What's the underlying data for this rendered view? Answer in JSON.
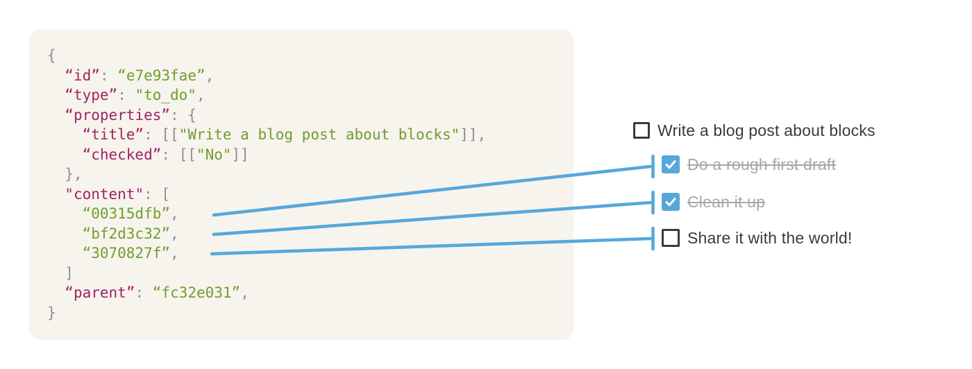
{
  "colors": {
    "code_bg": "#f7f3ed",
    "key": "#9d2463",
    "string": "#6f9e2e",
    "punct": "#8f8e8b",
    "accent_blue": "#55a8da",
    "todo_text": "#3b3a38",
    "todo_done_text": "#a8a7a4"
  },
  "code_block": {
    "language": "json",
    "lines": [
      [
        {
          "c": "p",
          "t": "{"
        }
      ],
      [
        {
          "c": "p",
          "t": "  "
        },
        {
          "c": "k",
          "t": "“id”"
        },
        {
          "c": "p",
          "t": ": "
        },
        {
          "c": "s",
          "t": "“e7e93fae”"
        },
        {
          "c": "p",
          "t": ","
        }
      ],
      [
        {
          "c": "p",
          "t": "  "
        },
        {
          "c": "k",
          "t": "“type”"
        },
        {
          "c": "p",
          "t": ": "
        },
        {
          "c": "s",
          "t": "\"to_do\""
        },
        {
          "c": "p",
          "t": ","
        }
      ],
      [
        {
          "c": "p",
          "t": "  "
        },
        {
          "c": "k",
          "t": "“properties”"
        },
        {
          "c": "p",
          "t": ": {"
        }
      ],
      [
        {
          "c": "p",
          "t": "    "
        },
        {
          "c": "k",
          "t": "“title”"
        },
        {
          "c": "p",
          "t": ": [["
        },
        {
          "c": "s",
          "t": "\"Write a blog post about blocks\""
        },
        {
          "c": "p",
          "t": "]],"
        }
      ],
      [
        {
          "c": "p",
          "t": "    "
        },
        {
          "c": "k",
          "t": "“checked”"
        },
        {
          "c": "p",
          "t": ": [["
        },
        {
          "c": "s",
          "t": "\"No\""
        },
        {
          "c": "p",
          "t": "]]"
        }
      ],
      [
        {
          "c": "p",
          "t": "  },"
        }
      ],
      [
        {
          "c": "p",
          "t": "  "
        },
        {
          "c": "k",
          "t": "\"content\""
        },
        {
          "c": "p",
          "t": ": ["
        }
      ],
      [
        {
          "c": "p",
          "t": "    "
        },
        {
          "c": "s",
          "t": "“00315dfb”"
        },
        {
          "c": "p",
          "t": ","
        }
      ],
      [
        {
          "c": "p",
          "t": "    "
        },
        {
          "c": "s",
          "t": "“bf2d3c32”"
        },
        {
          "c": "p",
          "t": ","
        }
      ],
      [
        {
          "c": "p",
          "t": "    "
        },
        {
          "c": "s",
          "t": "“3070827f”"
        },
        {
          "c": "p",
          "t": ","
        }
      ],
      [
        {
          "c": "p",
          "t": "  ]"
        }
      ],
      [
        {
          "c": "p",
          "t": "  "
        },
        {
          "c": "k",
          "t": "“parent”"
        },
        {
          "c": "p",
          "t": ": "
        },
        {
          "c": "s",
          "t": "“fc32e031”"
        },
        {
          "c": "p",
          "t": ","
        }
      ],
      [
        {
          "c": "p",
          "t": "}"
        }
      ]
    ]
  },
  "todo_list": {
    "items": [
      {
        "label": "Write a blog post about blocks",
        "checked": false,
        "struck": false,
        "indented": false
      },
      {
        "label": "Do a rough first draft",
        "checked": true,
        "struck": true,
        "indented": true
      },
      {
        "label": "Clean it up",
        "checked": true,
        "struck": true,
        "indented": true
      },
      {
        "label": "Share it with the world!",
        "checked": false,
        "struck": false,
        "indented": true
      }
    ]
  },
  "connectors": [
    {
      "from_block_id": "00315dfb",
      "to_item": "Do a rough first draft"
    },
    {
      "from_block_id": "bf2d3c32",
      "to_item": "Clean it up"
    },
    {
      "from_block_id": "3070827f",
      "to_item": "Share it with the world!"
    }
  ]
}
